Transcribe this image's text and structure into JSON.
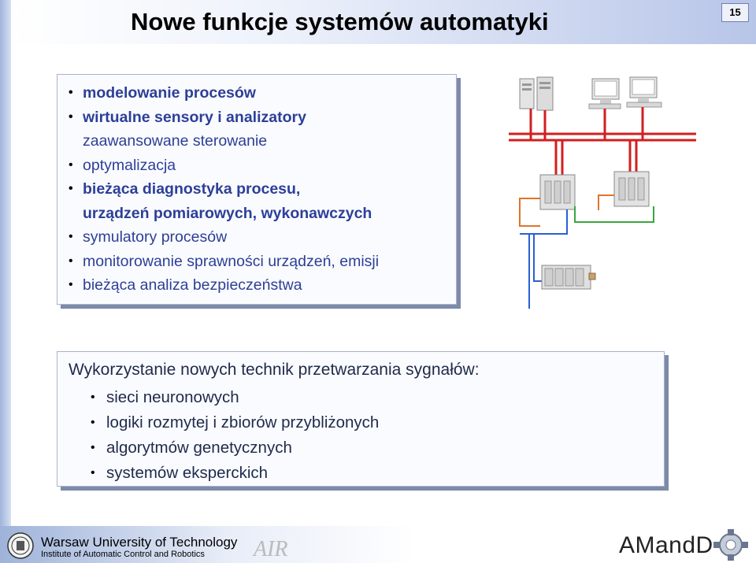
{
  "slide": {
    "title": "Nowe funkcje systemów automatyki",
    "page_number": "15"
  },
  "box1": {
    "items": [
      {
        "text": "modelowanie procesów",
        "bullet": true,
        "bold": true
      },
      {
        "text": "wirtualne sensory i analizatory",
        "bullet": true,
        "bold": true
      },
      {
        "text": "zaawansowane sterowanie",
        "bullet": false,
        "bold": false
      },
      {
        "text": "optymalizacja",
        "bullet": true,
        "bold": false
      },
      {
        "text": "bieżąca diagnostyka procesu,",
        "bullet": true,
        "bold": true
      },
      {
        "text": "urządzeń pomiarowych, wykonawczych",
        "bullet": false,
        "bold": true
      },
      {
        "text": "symulatory procesów",
        "bullet": true,
        "bold": false
      },
      {
        "text": "monitorowanie sprawności urządzeń, emisji",
        "bullet": true,
        "bold": false
      },
      {
        "text": "bieżąca analiza bezpieczeństwa",
        "bullet": true,
        "bold": false
      }
    ]
  },
  "box2": {
    "heading": "Wykorzystanie nowych technik przetwarzania sygnałów:",
    "items": [
      "sieci neuronowych",
      "logiki rozmytej i zbiorów przybliżonych",
      "algorytmów genetycznych",
      "systemów eksperckich"
    ]
  },
  "footer": {
    "university": "Warsaw University of Technology",
    "institute": "Institute of Automatic Control and Robotics",
    "brand": "AMandD",
    "air_logo_text": "AIR"
  },
  "colors": {
    "bus_red": "#d21f1f",
    "link_orange": "#e0742a",
    "link_green": "#3aa640",
    "link_blue": "#2a5fd6",
    "text_blue": "#2c3f98"
  },
  "icons": [
    "server-icon",
    "workstation-icon",
    "controller-icon",
    "io-module-icon"
  ]
}
